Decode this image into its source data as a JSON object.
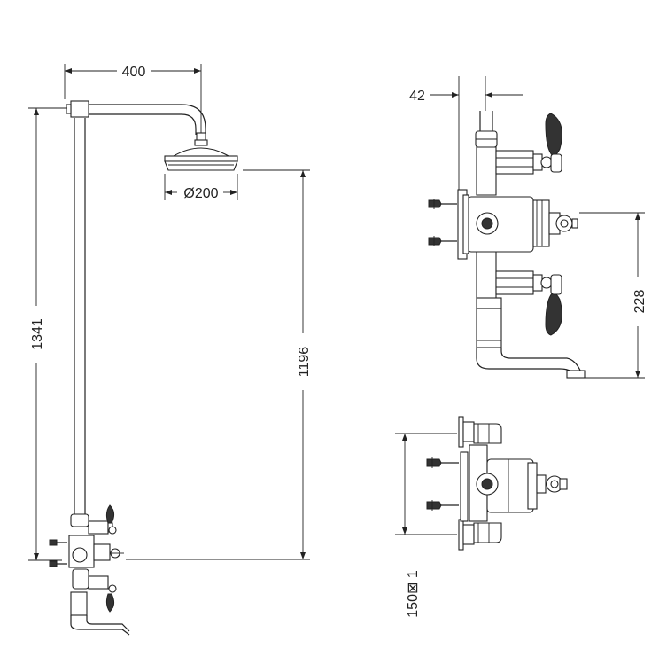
{
  "dimensions": {
    "arm_length": "400",
    "head_diameter": "Ø200",
    "total_height": "1341",
    "head_height": "1196",
    "depth": "42",
    "spout_drop": "228",
    "centres": "150⊠ 1"
  },
  "colors": {
    "line": "#222222",
    "background": "#ffffff"
  }
}
